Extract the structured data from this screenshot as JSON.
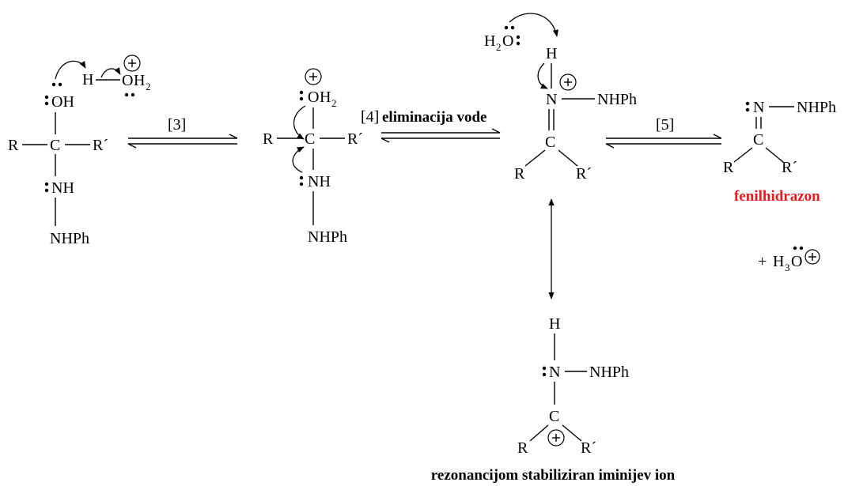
{
  "atoms": {
    "R": "R",
    "Rp": "R´",
    "C": "C",
    "H": "H",
    "O": "O",
    "OH": "OH",
    "NH": "NH",
    "N": "N",
    "NHPh": "NHPh",
    "sub2": "2",
    "sub3": "3",
    "plus_sign": "+"
  },
  "steps": {
    "s3": "[3]",
    "s4": "[4]",
    "s4_text": "eliminacija vode",
    "s5": "[5]"
  },
  "labels": {
    "product": "fenilhidrazon",
    "resonance": "rezonancijom stabiliziran iminijev ion"
  },
  "colors": {
    "product_label": "#e8191f"
  }
}
